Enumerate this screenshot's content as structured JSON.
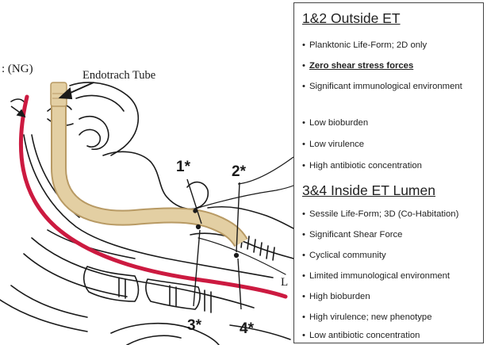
{
  "labels": {
    "ng": ": (NG)",
    "tube": "Endotrach Tube",
    "one": "1*",
    "two": "2*",
    "three": "3*",
    "four": "4*",
    "l": "L"
  },
  "legend": {
    "bullet": "•",
    "outside": {
      "title": "1&2 Outside ET",
      "items": [
        "Planktonic Life-Form; 2D only",
        "Zero shear stress forces",
        "Significant immunological environment",
        "Low bioburden",
        "Low virulence",
        "High antibiotic concentration"
      ]
    },
    "inside": {
      "title": "3&4 Inside ET Lumen",
      "items": [
        "Sessile Life-Form; 3D (Co-Habitation)",
        "Significant Shear Force",
        "Cyclical community",
        "Limited immunological environment",
        "High bioburden",
        "High virulence; new phenotype",
        "Low antibiotic concentration"
      ]
    }
  },
  "colors": {
    "ng_tube": "#cc1a40",
    "et_tube_fill": "#e3cfa3",
    "et_tube_edge": "#b89a64",
    "line": "#1a1a1a"
  }
}
